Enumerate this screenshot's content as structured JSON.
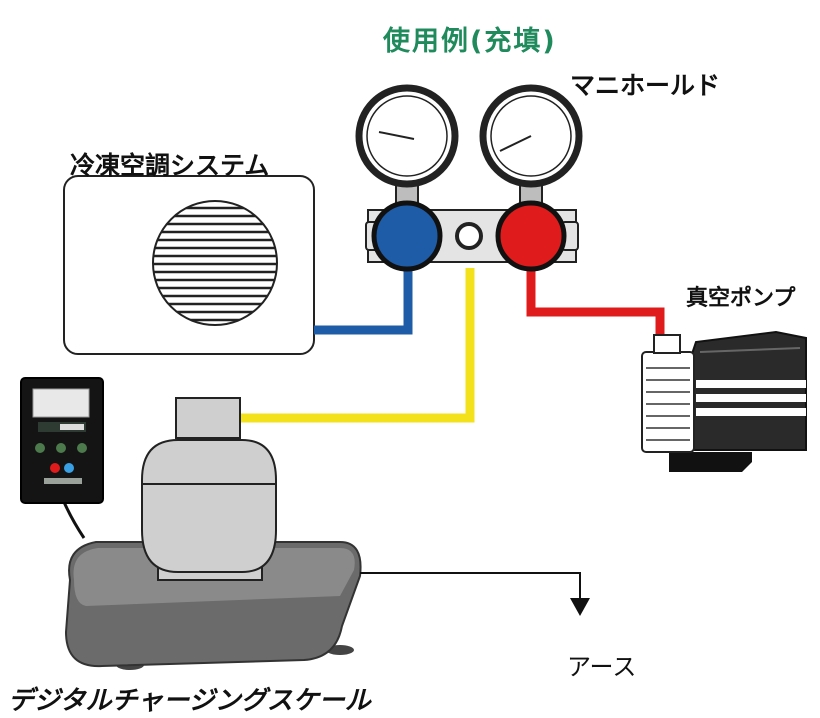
{
  "title": "使用例(充填)",
  "labels": {
    "manifold": "マニホールド",
    "ac_system": "冷凍空調システム",
    "vacuum_pump": "真空ポンプ",
    "ground": "アース",
    "scale": "デジタルチャージングスケール"
  },
  "colors": {
    "title": "#1f8a5c",
    "low_side": "#1f5ca8",
    "high_side": "#e01b1b",
    "charge_hose": "#f3e21b",
    "device_body": "#cfcfcf",
    "scale_platform": "#6b6b6b"
  },
  "icons": {
    "ac_unit": "condenser-fan-icon",
    "manifold": "manifold-gauge-icon",
    "pump": "vacuum-pump-icon",
    "cylinder": "refrigerant-cylinder-icon",
    "controller": "scale-controller-icon",
    "ground": "ground-arrow-icon"
  }
}
